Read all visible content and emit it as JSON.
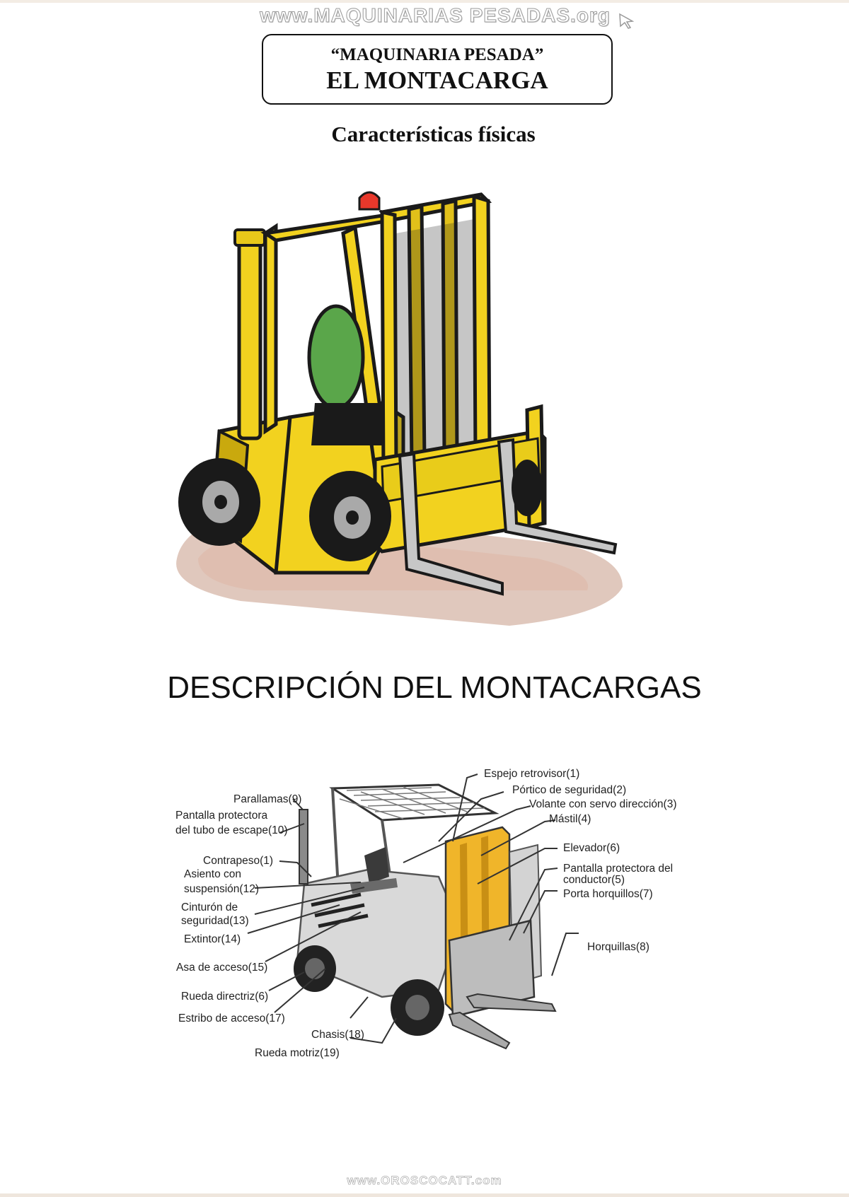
{
  "watermark_top": "www.MAQUINARIAS PESADAS.org",
  "title": {
    "line1": "“MAQUINARIA PESADA”",
    "line2": "EL MONTACARGA"
  },
  "subtitle": "Características físicas",
  "section_heading": "DESCRIPCIÓN DEL MONTACARGAS",
  "callouts": {
    "espejo": "Espejo retrovisor(1)",
    "portico": "Pórtico de seguridad(2)",
    "volante": "Volante con servo dirección(3)",
    "mastil": "Mástil(4)",
    "elevador": "Elevador(6)",
    "pantalla_conductor_1": "Pantalla protectora del",
    "pantalla_conductor_2": "conductor(5)",
    "porta": "Porta horquillos(7)",
    "horquillas": "Horquillas(8)",
    "parallamas": "Parallamas(9)",
    "pantalla_escape_1": "Pantalla protectora",
    "pantalla_escape_2": "del tubo de escape(10)",
    "contrapeso": "Contrapeso(1)",
    "asiento_1": "Asiento con",
    "asiento_2": "suspensión(12)",
    "cinturon_1": "Cinturón de",
    "cinturon_2": "seguridad(13)",
    "extintor": "Extintor(14)",
    "asa": "Asa de acceso(15)",
    "rueda_directriz": "Rueda directriz(6)",
    "estribo": "Estribo de acceso(17)",
    "chasis": "Chasis(18)",
    "rueda_motriz": "Rueda motriz(19)"
  },
  "watermark_bottom": "www.OROSCOCATT.com",
  "colors": {
    "forklift_yellow": "#f2d21f",
    "forklift_dark": "#1a1a1a",
    "seat_green": "#5aa64a",
    "beacon_red": "#e8382b",
    "diagram_yellow": "#f0b52a",
    "diagram_grey": "#d9d9d9"
  }
}
